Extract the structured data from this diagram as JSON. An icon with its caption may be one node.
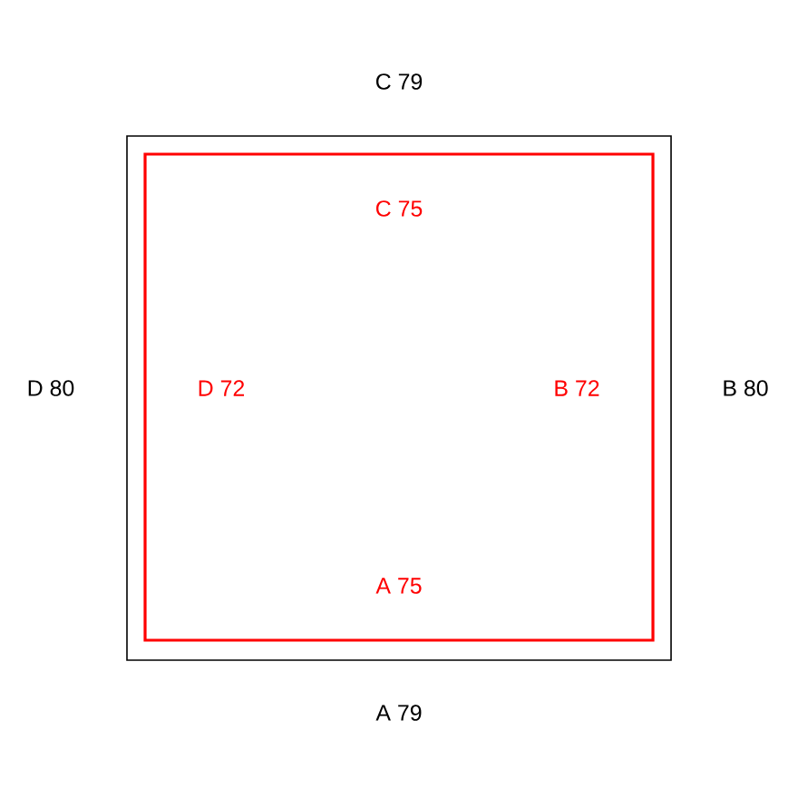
{
  "diagram": {
    "nodes": [
      {
        "text": [],
        "shape": "box",
        "beside": [
          "C 79",
          "B 80",
          "A 79",
          "D 80"
        ]
      },
      {
        "text": [
          "C 75",
          "B 72",
          "A 75",
          "D 72"
        ],
        "in": 0
      }
    ]
  }
}
